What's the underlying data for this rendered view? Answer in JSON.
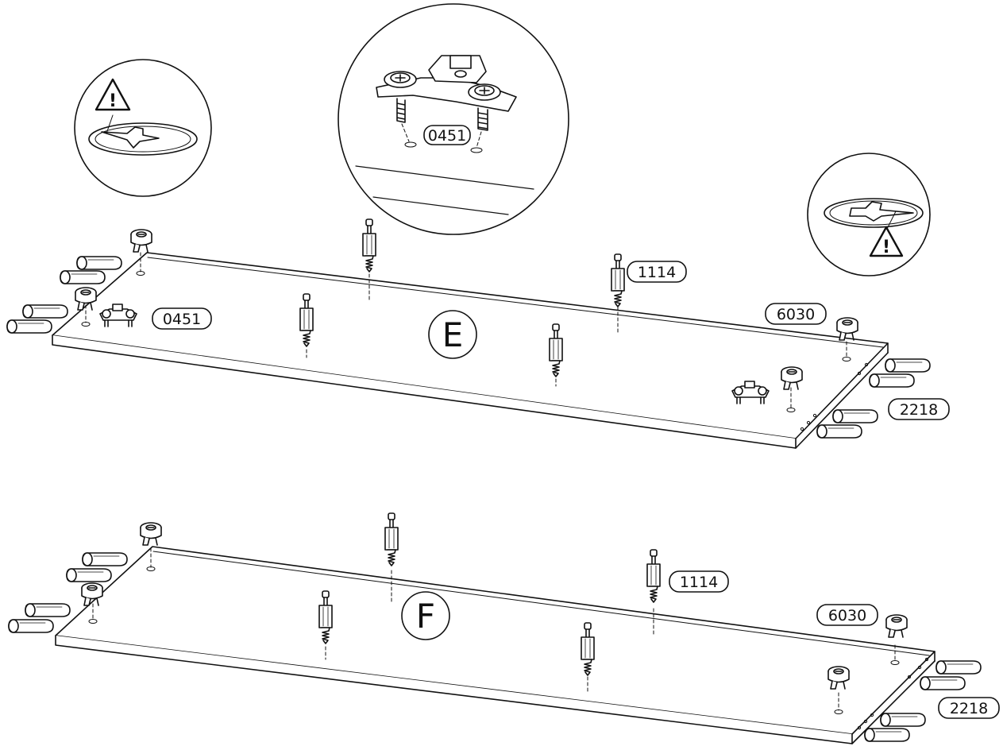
{
  "panels": [
    {
      "letter": "E",
      "labels": {
        "cam_bracket": "0451",
        "dowel_screw": "1114",
        "cam_lock": "6030",
        "wood_dowel": "2218"
      }
    },
    {
      "letter": "F",
      "labels": {
        "dowel_screw": "1114",
        "cam_lock": "6030",
        "wood_dowel": "2218"
      }
    }
  ],
  "details": {
    "left_warning": {
      "icon": "warning-triangle-icon",
      "symbol": "!"
    },
    "center_zoom": {
      "label": "0451"
    },
    "right_warning": {
      "icon": "warning-triangle-icon",
      "symbol": "!"
    }
  }
}
